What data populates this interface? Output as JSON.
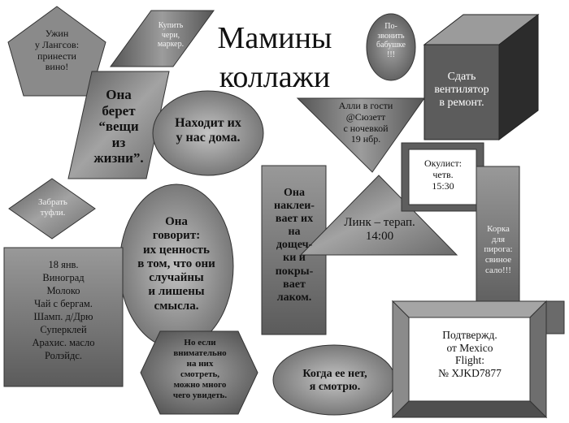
{
  "title": "Мамины\nколлажи",
  "notes": {
    "dinner": "Ужин\nу Лангсов:\nпринести\nвино!",
    "buy": "Купить\nчери,\nмаркер.",
    "call_grandma": "По-\nзвонить\nбабушке\n!!!",
    "fan": "Сдать\nвентилятор\nв ремонт.",
    "she_takes": "Она\nберет\n“вещи\nиз\nжизни”.",
    "finds": "Находит их\nу нас дома.",
    "ally": "Алли  в гости\n@Сюзетт\nс ночевкой\n19 нбр.",
    "pick_shoes": "Забрать\nтуфли.",
    "she_says": "Она\nговорит:\nих ценность\nв том, что они\nслучайны\nи лишены\nсмысла.",
    "glues": "Она\nнаклеи-\nвает их\nна\nдощеч-\nки и\nпокры-\nвает\nлаком.",
    "link": "Линк – терап.\n14:00",
    "optician": "Окулист:\nчетв.\n15:30",
    "pie_crust": "Корка\nдля\nпирога:\nсвиное\nсало!!!",
    "list": "18 янв.\nВиноград\nМолоко\nЧай с бергам.\nШамп. д/Дрю\nСуперклей\nАрахис. масло\nРолэйдс.",
    "but_if": "Но если\nвнимательно\nна них\nсмотреть,\nможно много\nчего увидеть.",
    "when_gone": "Когда ее нет,\nя смотрю.",
    "confirm": "Подтвержд.\nот Mexico\nFlight:\n№ XJKD7877"
  },
  "colors": {
    "dark": "#3f3f3f",
    "mid": "#7d7d7d",
    "light": "#b2b2b2",
    "paper": "#ffffff"
  }
}
